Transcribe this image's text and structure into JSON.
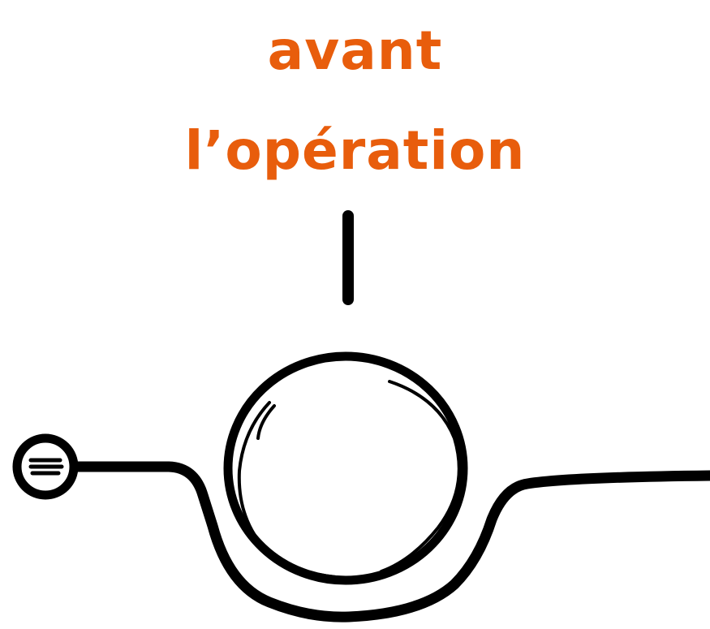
{
  "title": {
    "line1": "avant",
    "line2": "l’opération"
  },
  "colors": {
    "title": "#e85d0c",
    "stroke": "#000000",
    "background": "#ffffff"
  },
  "icons": {
    "pointer": "vertical-line",
    "gland": "circle",
    "duct": "curved-tube",
    "end": "lined-circle"
  }
}
